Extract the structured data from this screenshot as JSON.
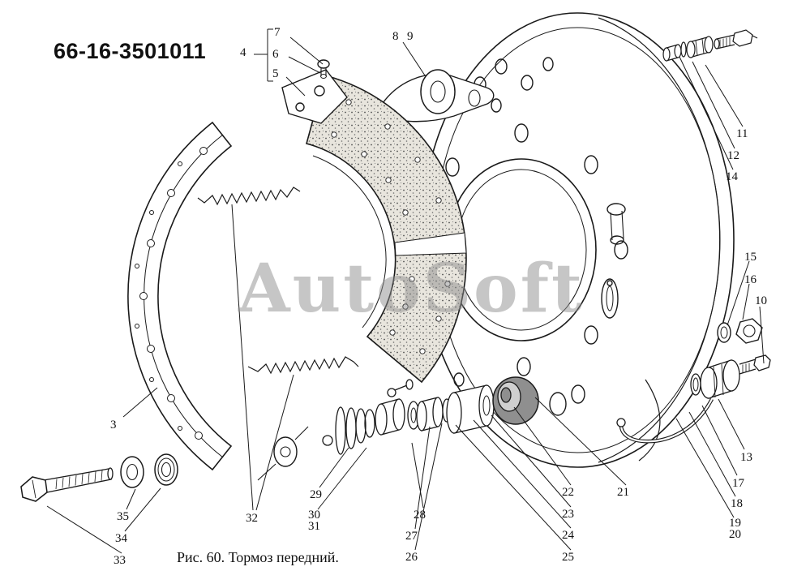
{
  "title": "66-16-3501011",
  "watermark": "AutoSoft",
  "caption": "Рис. 60. Тормоз передний.",
  "callouts": [
    "7",
    "4",
    "6",
    "5",
    "8",
    "9",
    "11",
    "12",
    "14",
    "15",
    "16",
    "10",
    "3",
    "13",
    "17",
    "18",
    "19",
    "20",
    "22",
    "21",
    "23",
    "24",
    "25",
    "29",
    "30",
    "31",
    "28",
    "27",
    "26",
    "32",
    "35",
    "34",
    "33"
  ],
  "colors": {
    "ink": "#1a1a1a",
    "lining": "#e8e5dd",
    "dark_part": "#8f8f8f",
    "watermark_gray": "#8f8f8f"
  }
}
